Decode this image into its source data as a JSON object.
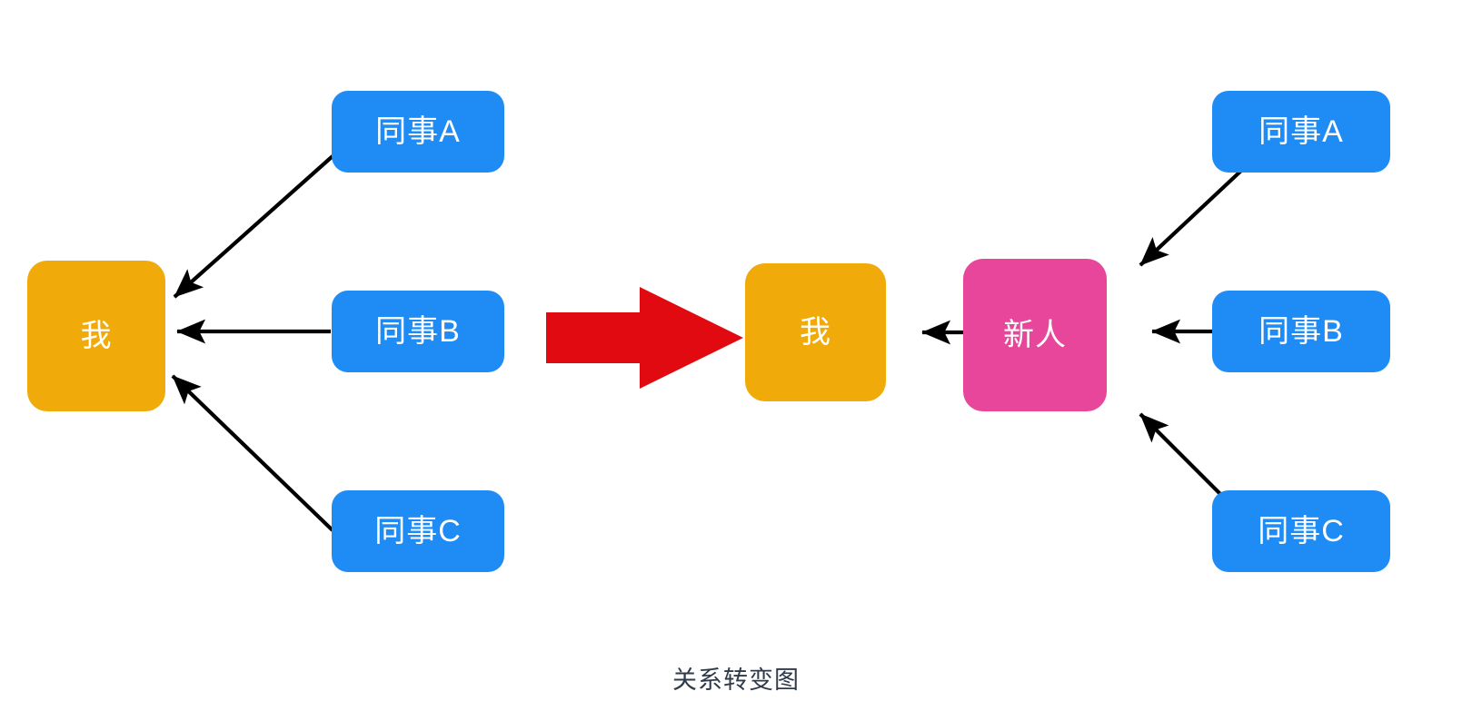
{
  "caption": "关系转变图",
  "colors": {
    "peer": "#1f8cf5",
    "me": "#f0ab0b",
    "newcomer": "#e8469b",
    "transition_arrow": "#e00a10",
    "edge": "#000000",
    "caption_text": "#2f3b4a",
    "background": "#ffffff",
    "node_text": "#ffffff"
  },
  "left_diagram": {
    "title_hidden": true,
    "center_node": {
      "label": "我",
      "type": "me"
    },
    "peers": [
      {
        "label": "同事A",
        "type": "peer"
      },
      {
        "label": "同事B",
        "type": "peer"
      },
      {
        "label": "同事C",
        "type": "peer"
      }
    ],
    "edges": [
      {
        "from": "同事A",
        "to": "我",
        "direction": "to-center"
      },
      {
        "from": "同事B",
        "to": "我",
        "direction": "to-center"
      },
      {
        "from": "同事C",
        "to": "我",
        "direction": "to-center"
      }
    ]
  },
  "transition": {
    "symbol": "right-arrow",
    "color": "#e00a10"
  },
  "right_diagram": {
    "center_node": {
      "label": "我",
      "type": "me"
    },
    "hub_node": {
      "label": "新人",
      "type": "newcomer"
    },
    "peers": [
      {
        "label": "同事A",
        "type": "peer"
      },
      {
        "label": "同事B",
        "type": "peer"
      },
      {
        "label": "同事C",
        "type": "peer"
      }
    ],
    "edges": [
      {
        "from": "同事A",
        "to": "新人",
        "direction": "to-hub"
      },
      {
        "from": "同事B",
        "to": "新人",
        "direction": "to-hub"
      },
      {
        "from": "同事C",
        "to": "新人",
        "direction": "to-hub"
      },
      {
        "from": "新人",
        "to": "我",
        "direction": "to-center"
      }
    ]
  }
}
